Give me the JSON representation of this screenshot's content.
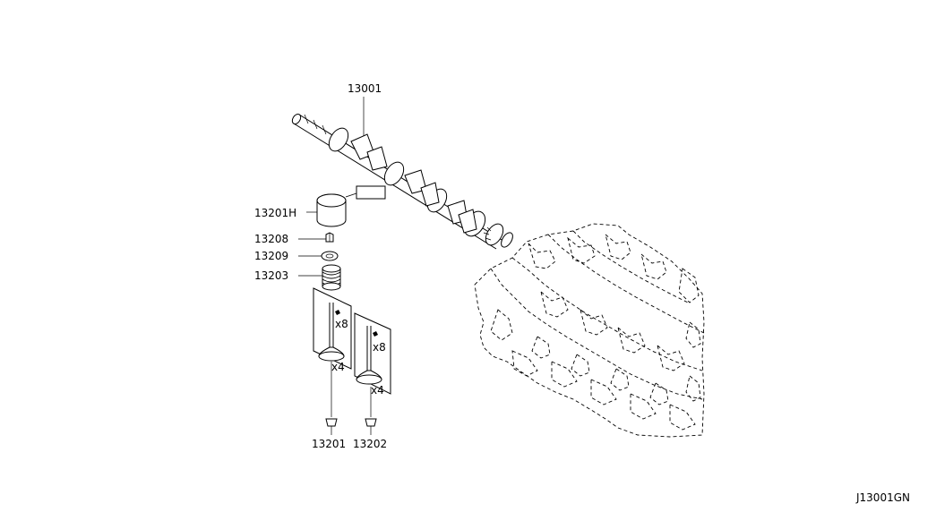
{
  "diagram_code": "J13001GN",
  "parts": {
    "camshaft": "13001",
    "lifter": "13201H",
    "collet": "13208",
    "retainer": "13209",
    "spring": "13203",
    "intake_valve": "13201",
    "exhaust_valve": "13202"
  },
  "quantities": {
    "intake_collet_qty": "x8",
    "intake_valve_qty": "x4",
    "exhaust_collet_qty": "x8",
    "exhaust_valve_qty": "x4"
  }
}
